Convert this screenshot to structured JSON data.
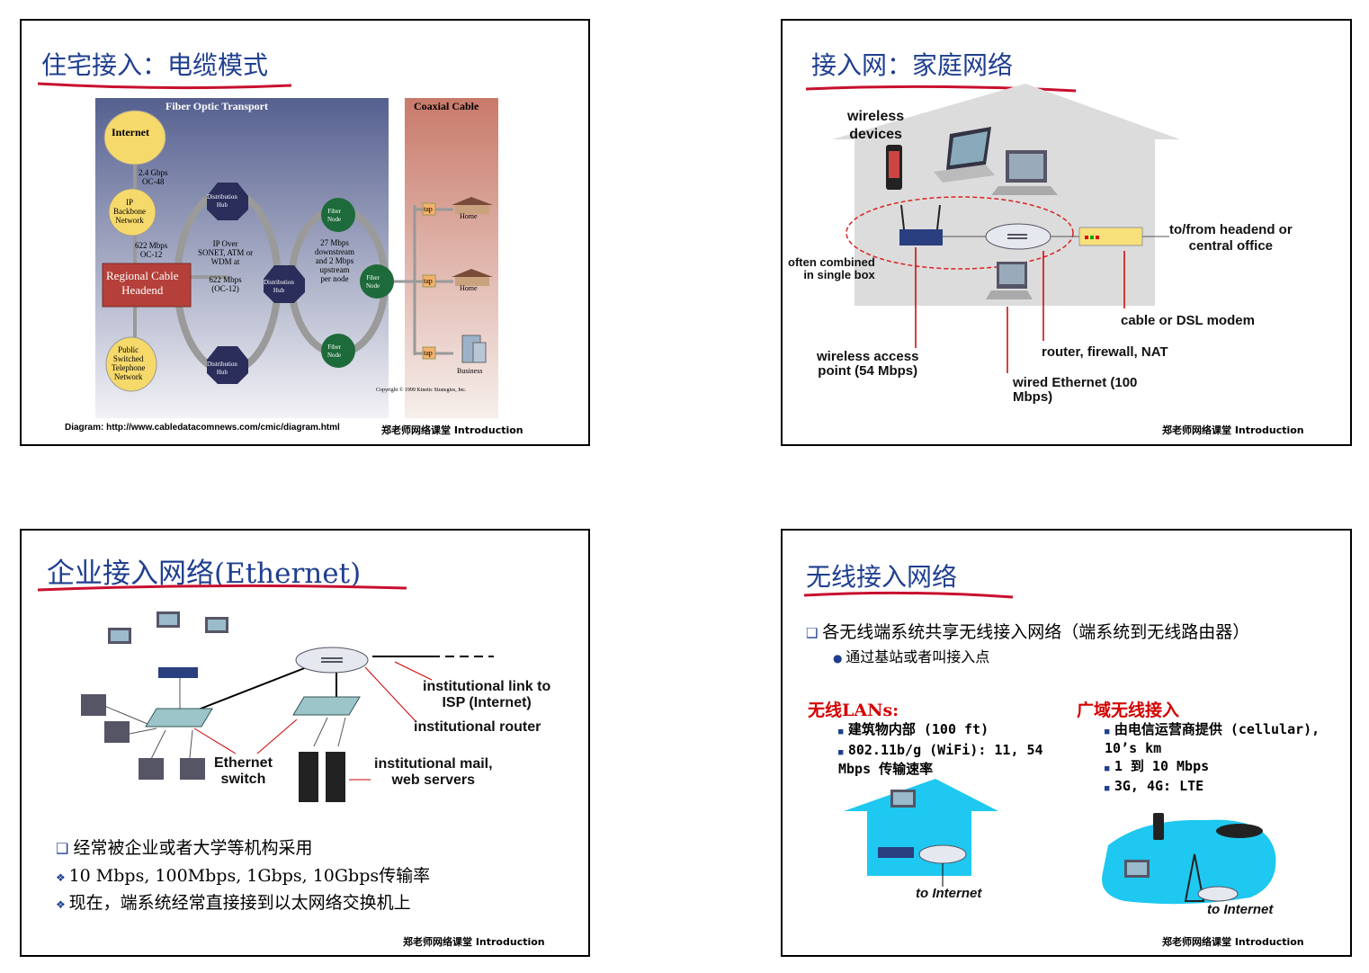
{
  "slide1": {
    "title": "住宅接入：电缆模式",
    "band_fiber": "Fiber Optic Transport",
    "band_coax": "Coaxial Cable",
    "internet": "Internet",
    "link1": "2.4 Gbps\nOC-48",
    "ip_backbone": "IP\nBackbone\nNetwork",
    "link2": "622 Mbps\nOC-12",
    "headend": "Regional Cable\nHeadend",
    "pstn": "Public\nSwitched\nTelephone\nNetwork",
    "dist_hub": "Distribution\nHub",
    "ring_text": "IP Over\nSONET, ATM or\nWDM at\n\n622 Mbps\n(OC-12)",
    "fiber_node": "Fiber\nNode",
    "rate_text": "27 Mbps\ndownstream\nand 2 Mbps\nupstream\nper node",
    "tap": "tap",
    "home": "Home",
    "business": "Business",
    "copyright": "Copyright © 1999 Kinetic Strategies, Inc.",
    "diagram_src": "Diagram: http://www.cabledatacomnews.com/cmic/diagram.html",
    "footer": "郑老师网络课堂  Introduction"
  },
  "slide2": {
    "title": "接入网：家庭网络",
    "wireless_devices": "wireless\ndevices",
    "to_from": "to/from headend or\ncentral office",
    "often_combined": "often combined\nin single box",
    "modem": "cable or DSL modem",
    "router": "router, firewall, NAT",
    "wap": "wireless access\npoint (54 Mbps)",
    "wired": "wired Ethernet (100\nMbps)",
    "footer": "郑老师网络课堂 Introduction"
  },
  "slide3": {
    "title": "企业接入网络(Ethernet)",
    "inst_link": "institutional link to\nISP (Internet)",
    "inst_router": "institutional router",
    "eth_switch": "Ethernet\nswitch",
    "inst_mail": "institutional mail,\nweb servers",
    "bullets": [
      "经常被企业或者大学等机构采用",
      "10 Mbps, 100Mbps, 1Gbps, 10Gbps传输率",
      "现在，端系统经常直接接到以太网络交换机上"
    ],
    "footer": "郑老师网络课堂 Introduction"
  },
  "slide4": {
    "title": "无线接入网络",
    "bullet_main": "各无线端系统共享无线接入网络（端系统到无线路由器）",
    "bullet_sub": "通过基站或者叫接入点",
    "lan_head": "无线LANs:",
    "lan_items": [
      "建筑物内部 (100 ft)",
      "802.11b/g (WiFi): 11, 54\nMbps 传输速率"
    ],
    "wan_head": "广域无线接入",
    "wan_items": [
      "由电信运营商提供 (cellular),\n10’s km",
      "1 到 10 Mbps",
      "3G, 4G:  LTE"
    ],
    "to_internet": "to Internet",
    "footer": "郑老师网络课堂 Introduction"
  },
  "colors": {
    "title_blue": "#1f3f8f",
    "underline_red": "#c8102e",
    "headend_red": "#b5403a",
    "hub_navy": "#2b2d5a",
    "node_green": "#1d6b3a",
    "cloud_yellow": "#f6d96b",
    "wireless_cyan": "#1ec8f0"
  }
}
